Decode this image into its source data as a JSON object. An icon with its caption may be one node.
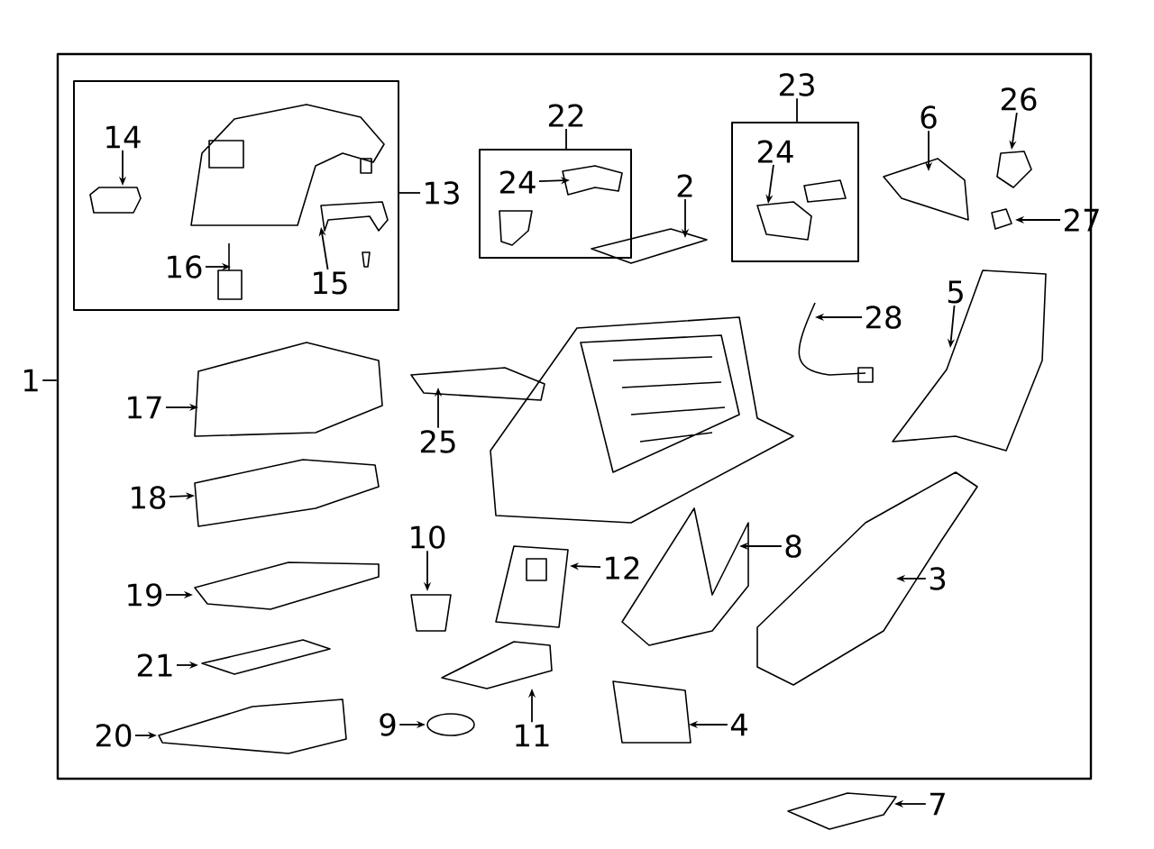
{
  "diagram": {
    "nodes": [
      {
        "text": [],
        "shape": "box"
      },
      {
        "text": [
          "1"
        ]
      },
      {
        "text": [],
        "shape": "box",
        "in": 0
      },
      {
        "text": [
          "13"
        ],
        "in": 0
      },
      {
        "text": [],
        "shape": "box",
        "in": 0
      },
      {
        "text": [
          "22"
        ],
        "in": 0
      },
      {
        "text": [],
        "shape": "box",
        "in": 0
      },
      {
        "text": [
          "23"
        ],
        "in": 0
      },
      {
        "text": [
          "14"
        ],
        "in": 2
      },
      {
        "text": [
          "16"
        ],
        "in": 2
      },
      {
        "text": [
          "15"
        ],
        "in": 2
      },
      {
        "text": [
          "24"
        ],
        "in": 4
      },
      {
        "text": [
          "2"
        ],
        "in": 0
      },
      {
        "text": [
          "24"
        ],
        "in": 6
      },
      {
        "text": [
          "6"
        ],
        "in": 0
      },
      {
        "text": [
          "26"
        ],
        "in": 0
      },
      {
        "text": [
          "27"
        ],
        "in": 0
      },
      {
        "text": [
          "28"
        ],
        "in": 0
      },
      {
        "text": [
          "5"
        ],
        "in": 0
      },
      {
        "text": [
          "17"
        ],
        "in": 0
      },
      {
        "text": [
          "25"
        ],
        "in": 0
      },
      {
        "text": [
          "18"
        ],
        "in": 0
      },
      {
        "text": [
          "10"
        ],
        "in": 0
      },
      {
        "text": [
          "12"
        ],
        "in": 0
      },
      {
        "text": [
          "8"
        ],
        "in": 0
      },
      {
        "text": [
          "3"
        ],
        "in": 0
      },
      {
        "text": [
          "19"
        ],
        "in": 0
      },
      {
        "text": [
          "21"
        ],
        "in": 0
      },
      {
        "text": [
          "11"
        ],
        "in": 0
      },
      {
        "text": [
          "9"
        ],
        "in": 0
      },
      {
        "text": [
          "20"
        ],
        "in": 0
      },
      {
        "text": [
          "4"
        ],
        "in": 0
      },
      {
        "text": [
          "7"
        ]
      }
    ],
    "edges": [
      {
        "from": 1,
        "to": 0,
        "arrow": "none"
      },
      {
        "from": 3,
        "to": 2,
        "arrow": "none"
      },
      {
        "from": 5,
        "to": 4,
        "arrow": "none"
      },
      {
        "from": 7,
        "to": 6,
        "arrow": "none"
      },
      {
        "from": 8,
        "to": null,
        "arrow": "to"
      },
      {
        "from": 9,
        "to": null,
        "arrow": "to"
      },
      {
        "from": 10,
        "to": null,
        "arrow": "to"
      },
      {
        "from": 11,
        "to": null,
        "arrow": "to"
      },
      {
        "from": 12,
        "to": null,
        "arrow": "to"
      },
      {
        "from": 13,
        "to": null,
        "arrow": "to"
      },
      {
        "from": 14,
        "to": null,
        "arrow": "to"
      },
      {
        "from": 15,
        "to": null,
        "arrow": "to"
      },
      {
        "from": 16,
        "to": null,
        "arrow": "to"
      },
      {
        "from": 17,
        "to": null,
        "arrow": "to"
      },
      {
        "from": 18,
        "to": null,
        "arrow": "to"
      },
      {
        "from": 19,
        "to": null,
        "arrow": "to"
      },
      {
        "from": 20,
        "to": null,
        "arrow": "to"
      },
      {
        "from": 21,
        "to": null,
        "arrow": "to"
      },
      {
        "from": 22,
        "to": null,
        "arrow": "to"
      },
      {
        "from": 23,
        "to": null,
        "arrow": "to"
      },
      {
        "from": 24,
        "to": null,
        "arrow": "to"
      },
      {
        "from": 25,
        "to": null,
        "arrow": "to"
      },
      {
        "from": 26,
        "to": null,
        "arrow": "to"
      },
      {
        "from": 27,
        "to": null,
        "arrow": "to"
      },
      {
        "from": 28,
        "to": null,
        "arrow": "to"
      },
      {
        "from": 29,
        "to": null,
        "arrow": "to"
      },
      {
        "from": 30,
        "to": null,
        "arrow": "to"
      },
      {
        "from": 31,
        "to": null,
        "arrow": "to"
      },
      {
        "from": 32,
        "to": null,
        "arrow": "to"
      }
    ]
  }
}
